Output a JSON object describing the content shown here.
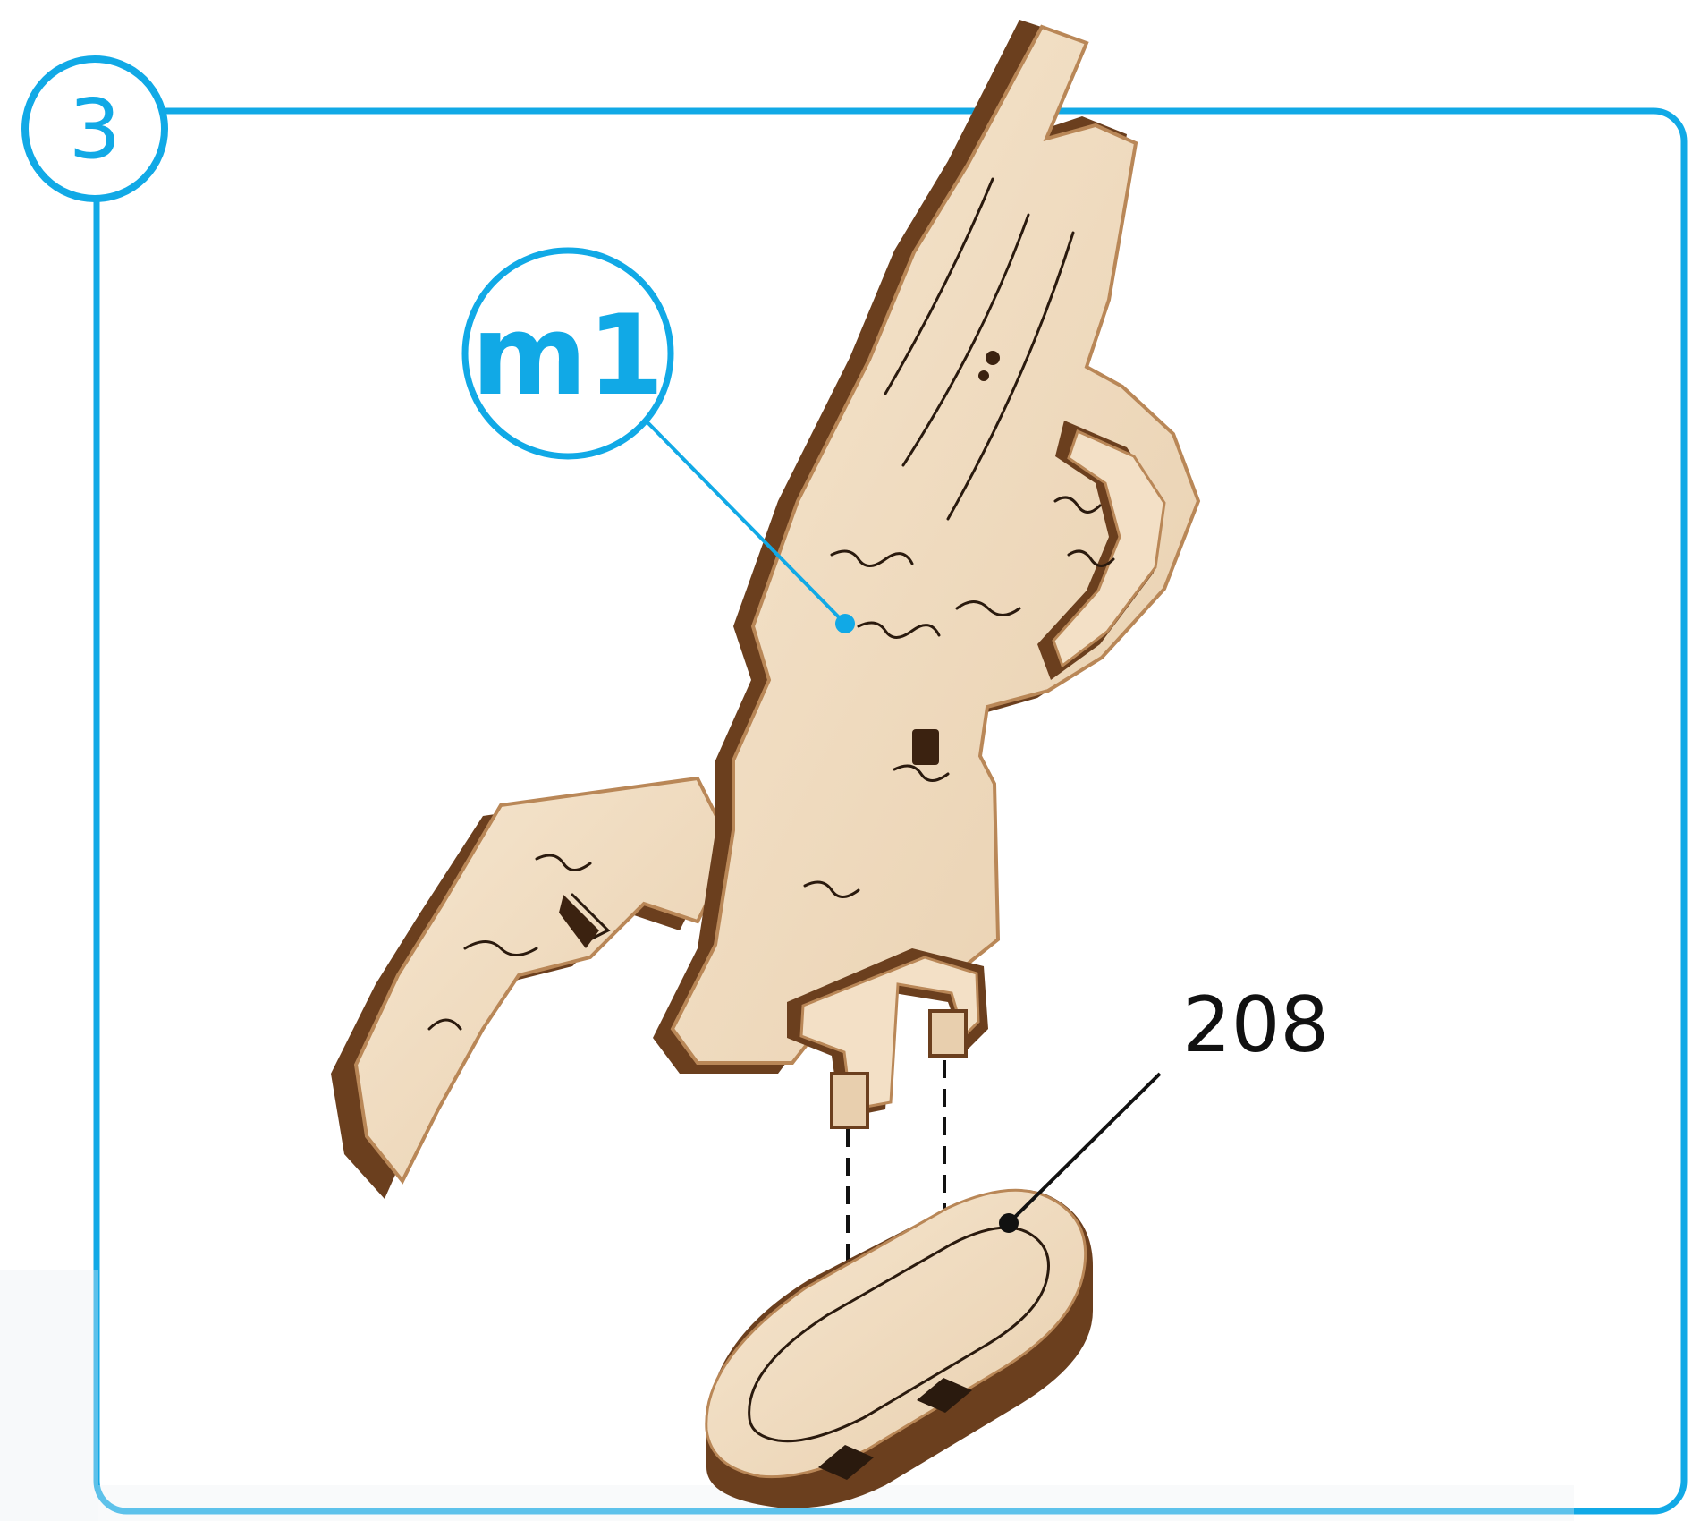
{
  "step": {
    "number": "3"
  },
  "callouts": {
    "module": "m1",
    "part": "208"
  },
  "colors": {
    "accent": "#11a9e6",
    "wood_face": "#f1dcc0",
    "wood_edge_dark": "#6b3f1e",
    "wood_edge_light": "#b98757",
    "line": "#2a1a0e"
  },
  "icons": {
    "assembly": "dragon-figure-icon",
    "base": "oval-stand-icon"
  }
}
